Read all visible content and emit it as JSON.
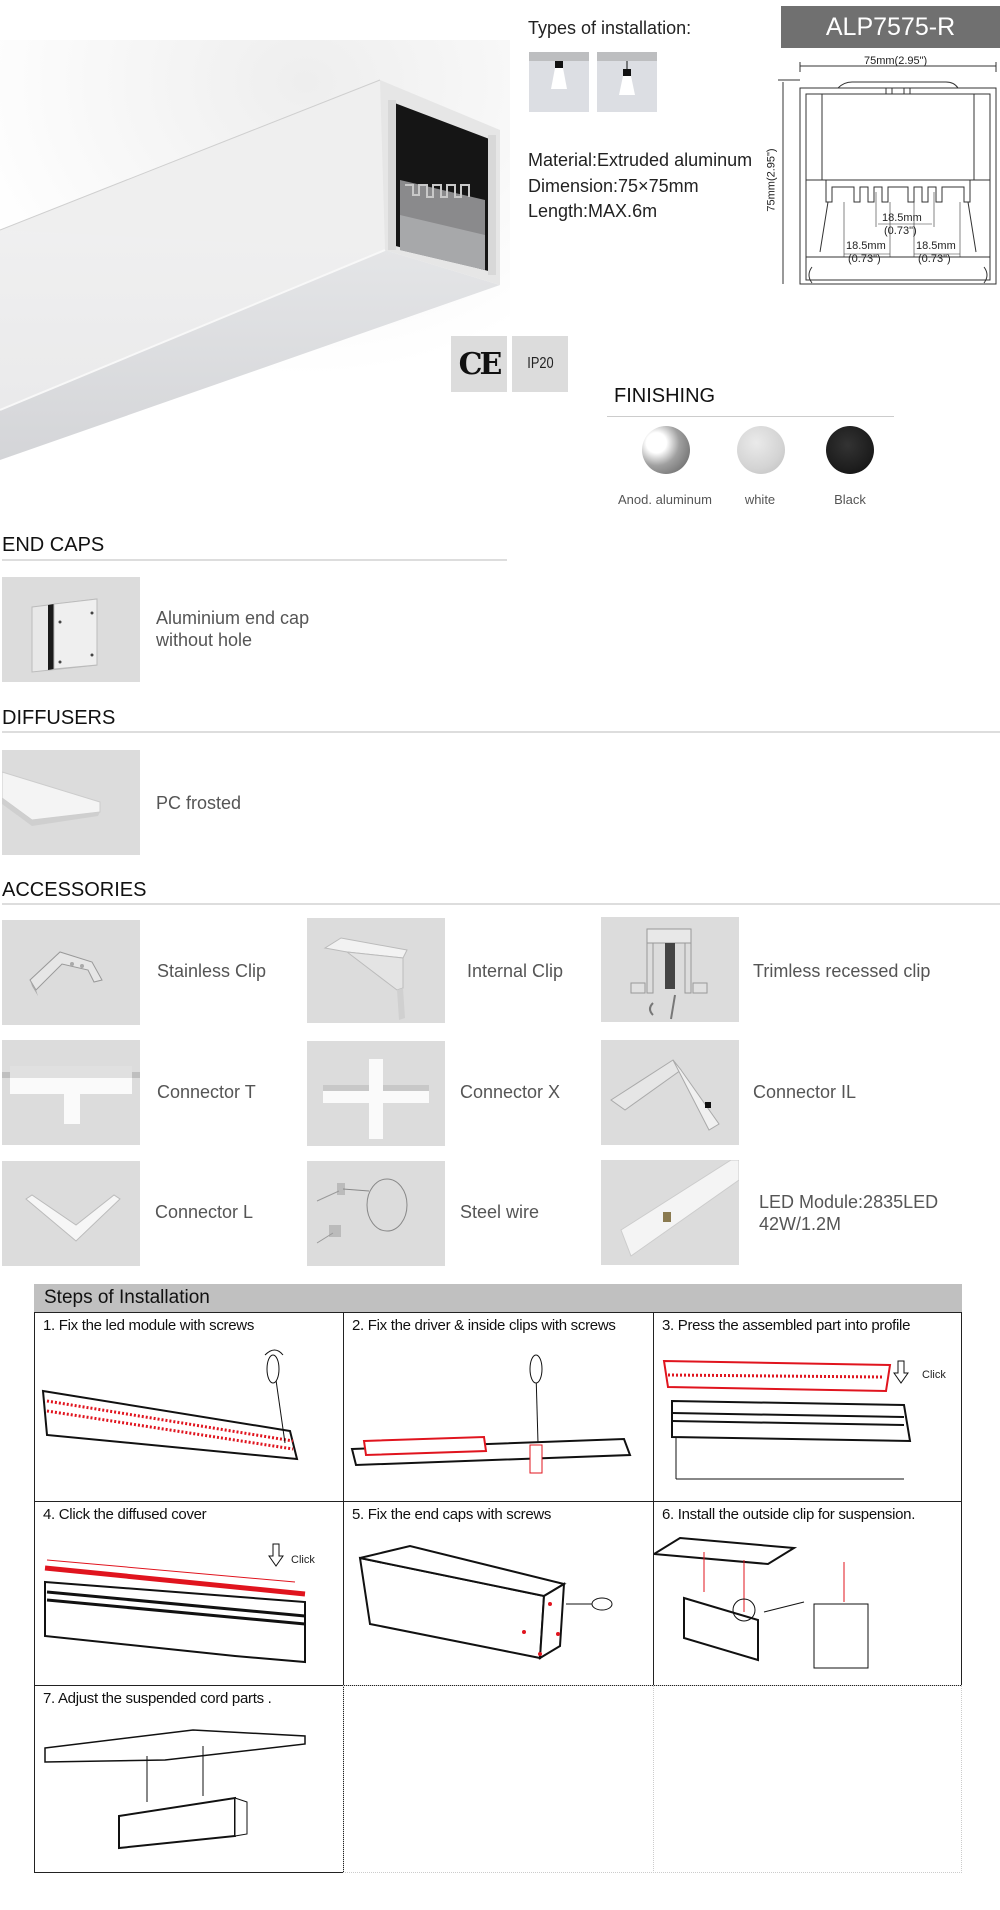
{
  "header": {
    "model": "ALP7575-R",
    "types_title": "Types of installation:",
    "installation_types": [
      {
        "name": "surface-mounted",
        "icon": "surface-mount-icon"
      },
      {
        "name": "suspended",
        "icon": "suspension-icon"
      }
    ],
    "specs": {
      "material": "Material:Extruded aluminum",
      "dimension": "Dimension:75×75mm",
      "length": "Length:MAX.6m"
    },
    "certifications": [
      "CE",
      "IP20"
    ]
  },
  "diagram": {
    "width_label": "75mm(2.95\")",
    "height_label": "75mm(2.95\")",
    "pitch_center_mm": "18.5mm",
    "pitch_center_in": "(0.73\")",
    "pitch_left_mm": "18.5mm",
    "pitch_left_in": "(0.73\")",
    "pitch_right_mm": "18.5mm",
    "pitch_right_in": "(0.73\")"
  },
  "finishing": {
    "title": "FINISHING",
    "swatches": [
      {
        "label": "Anod. aluminum",
        "color": "#9a9a9a"
      },
      {
        "label": "white",
        "color": "#d8d8d8"
      },
      {
        "label": "Black",
        "color": "#1e1e1e"
      }
    ]
  },
  "end_caps": {
    "title": "END CAPS",
    "items": [
      {
        "label_line1": "Aluminium end cap",
        "label_line2": "without hole"
      }
    ]
  },
  "diffusers": {
    "title": "DIFFUSERS",
    "items": [
      {
        "label": "PC frosted"
      }
    ]
  },
  "accessories": {
    "title": "ACCESSORIES",
    "items": [
      {
        "label": "Stainless Clip"
      },
      {
        "label": "Internal Clip"
      },
      {
        "label": "Trimless recessed clip"
      },
      {
        "label": "Connector T"
      },
      {
        "label": "Connector X"
      },
      {
        "label": "Connector IL"
      },
      {
        "label": "Connector L"
      },
      {
        "label": "Steel wire"
      },
      {
        "label": "LED Module:2835LED",
        "label_line2": "42W/1.2M"
      }
    ]
  },
  "steps": {
    "title": "Steps of Installation",
    "click_label": "Click",
    "items": [
      {
        "label": "1.  Fix the led module with screws"
      },
      {
        "label": "2.  Fix the driver & inside clips with screws"
      },
      {
        "label": "3.  Press the assembled part into profile"
      },
      {
        "label": "4.  Click the diffused cover"
      },
      {
        "label": "5.  Fix the end caps with screws"
      },
      {
        "label": "6.  Install the outside clip for suspension."
      },
      {
        "label": "7.  Adjust the suspended cord parts ."
      }
    ]
  },
  "colors": {
    "model_bg": "#707070",
    "steps_header_bg": "#c0c0c0",
    "highlight_red": "#e0141e"
  }
}
